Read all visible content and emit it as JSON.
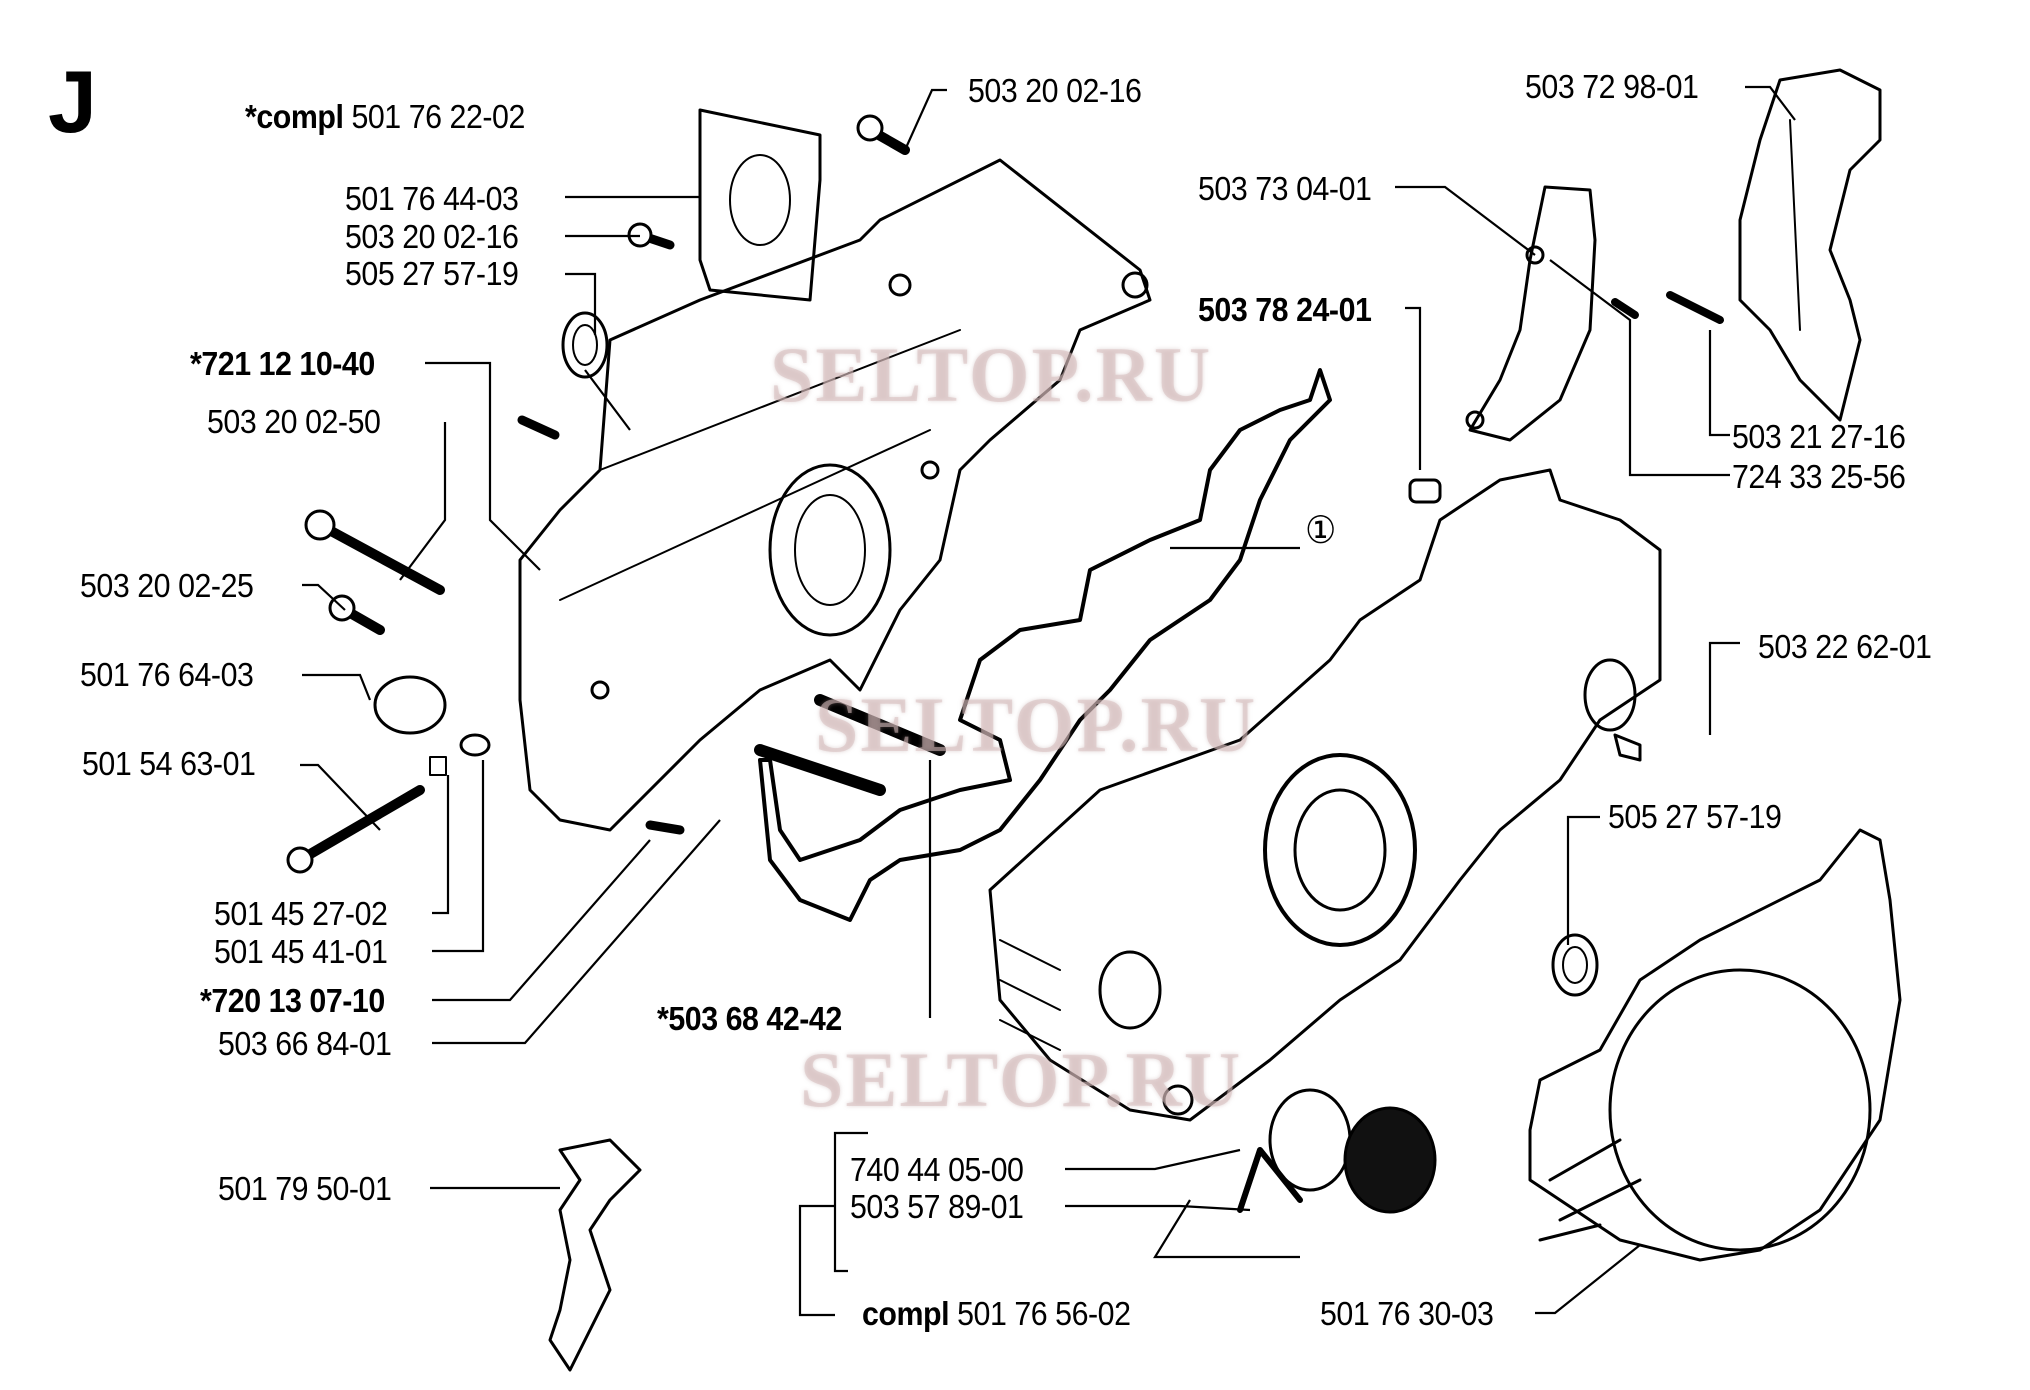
{
  "section_letter": "J",
  "watermark": "SELTOP.RU",
  "callout_marker": "①",
  "labels": [
    {
      "id": "compl-top",
      "prefix": "*compl",
      "number": "501 76 22-02",
      "bold": "prefix"
    },
    {
      "id": "p1",
      "number": "503 20 02-16"
    },
    {
      "id": "p2",
      "number": "503 72 98-01"
    },
    {
      "id": "p3",
      "number": "501 76 44-03"
    },
    {
      "id": "p4",
      "number": "503 20 02-16"
    },
    {
      "id": "p5",
      "number": "505 27 57-19"
    },
    {
      "id": "p6",
      "number": "503 73 04-01"
    },
    {
      "id": "p7",
      "number": "503 78 24-01",
      "bold": "all"
    },
    {
      "id": "p8",
      "number": "*721 12 10-40",
      "bold": "all"
    },
    {
      "id": "p9",
      "number": "503 20 02-50"
    },
    {
      "id": "p10",
      "number": "503 21 27-16"
    },
    {
      "id": "p11",
      "number": "724 33 25-56"
    },
    {
      "id": "p12",
      "number": "503 20 02-25"
    },
    {
      "id": "p13",
      "number": "501 76 64-03"
    },
    {
      "id": "p14",
      "number": "503 22 62-01"
    },
    {
      "id": "p15",
      "number": "501 54 63-01"
    },
    {
      "id": "p16",
      "number": "505 27 57-19"
    },
    {
      "id": "p17",
      "number": "501 45 27-02"
    },
    {
      "id": "p18",
      "number": "501 45 41-01"
    },
    {
      "id": "p19",
      "number": "*720 13 07-10",
      "bold": "all"
    },
    {
      "id": "p20",
      "number": "*503 68 42-42",
      "bold": "all"
    },
    {
      "id": "p21",
      "number": "503 66 84-01"
    },
    {
      "id": "p22",
      "number": "501 79 50-01"
    },
    {
      "id": "p23",
      "number": "740 44 05-00"
    },
    {
      "id": "p24",
      "number": "503 57 89-01"
    },
    {
      "id": "compl-bottom",
      "prefix": "compl",
      "number": "501 76 56-02",
      "bold": "prefix"
    },
    {
      "id": "p25",
      "number": "501 76 30-03"
    }
  ]
}
